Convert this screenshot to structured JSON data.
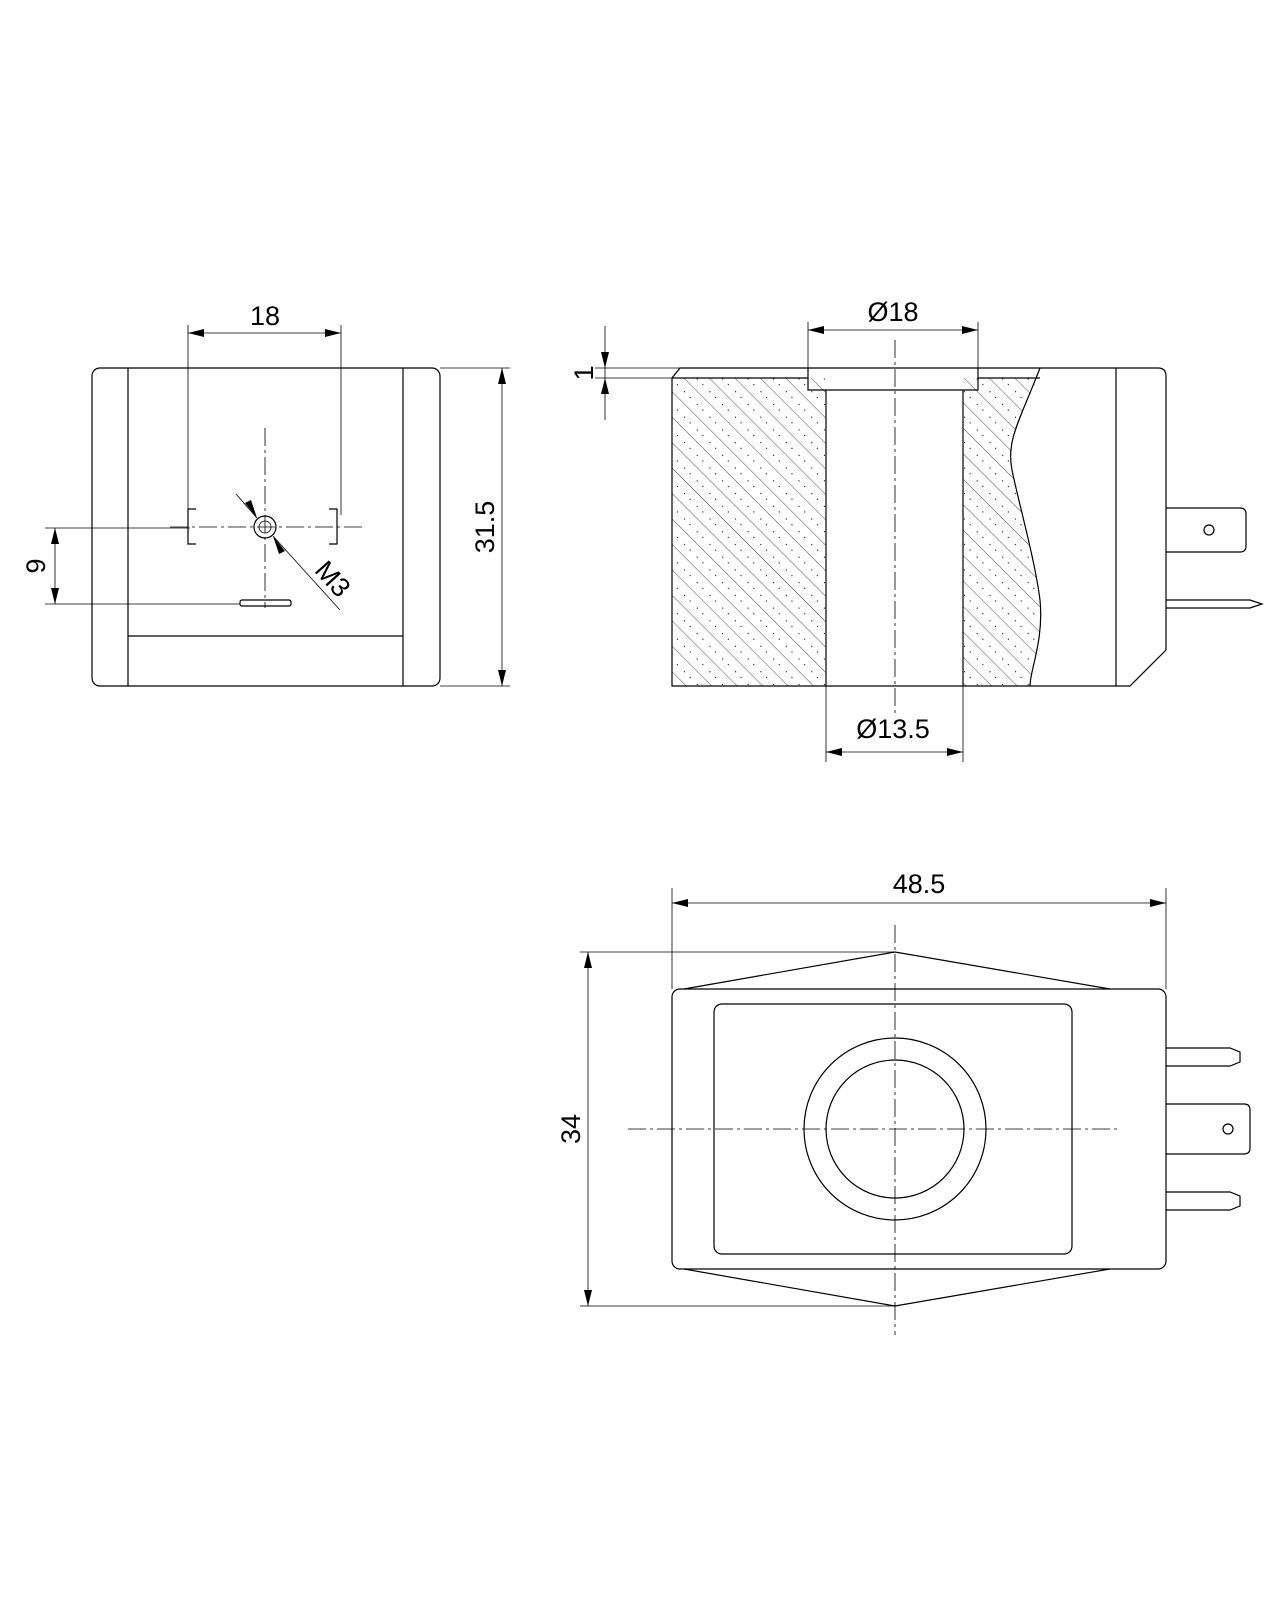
{
  "dimensions": {
    "pin_spacing": "18",
    "height_front": "31.5",
    "offset_9": "9",
    "thread": "M3",
    "top_step": "1",
    "outer_diameter": "Ø18",
    "bore_diameter": "Ø13.5",
    "overall_length": "48.5",
    "overall_width": "34"
  }
}
